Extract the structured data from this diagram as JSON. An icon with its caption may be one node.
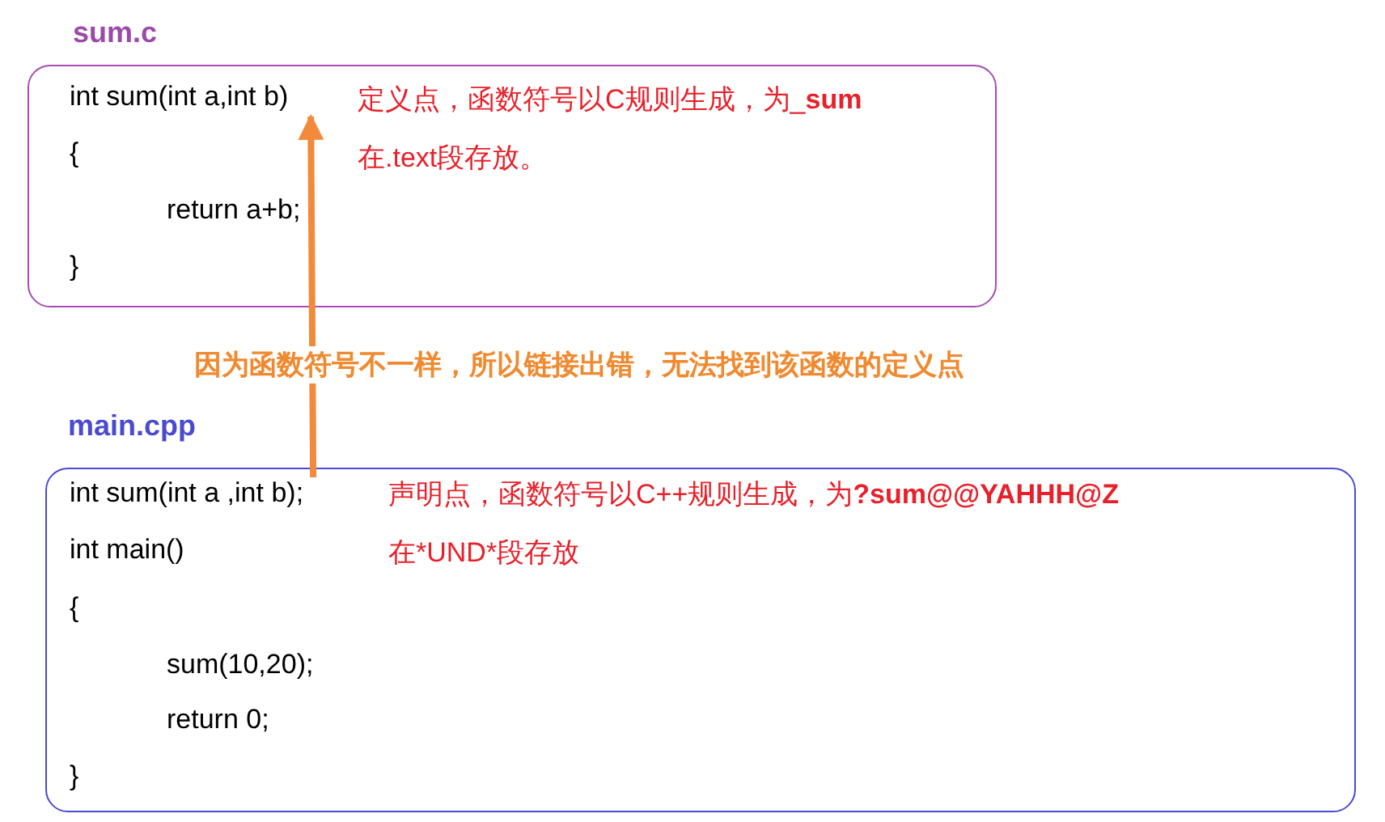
{
  "diagram": {
    "nodes": [
      {
        "text": [
          "sum.c",
          "定义点，函数符号以C规则生成，为_**sum**",
          "在.text段存放。"
        ]
      },
      {
        "text": [
          "int sum(int a,int b)"
        ],
        "in": 0
      },
      {
        "text": [
          "{"
        ],
        "in": 0
      },
      {
        "text": [
          "return a+b;"
        ],
        "in": 0
      },
      {
        "text": [
          "}"
        ],
        "in": 0
      },
      {
        "text": [
          "main.cpp",
          "声明点，函数符号以C++规则生成，为**?sum@@YAHHH@Z**",
          "在*UND*段存放"
        ]
      },
      {
        "text": [
          "int sum(int a ,int b);"
        ],
        "in": 5
      },
      {
        "text": [
          "int main()"
        ],
        "in": 5
      },
      {
        "text": [
          "{"
        ],
        "in": 5
      },
      {
        "text": [
          "sum(10,20);"
        ],
        "in": 5
      },
      {
        "text": [
          "return 0;"
        ],
        "in": 5
      },
      {
        "text": [
          "}"
        ],
        "in": 5
      }
    ],
    "edges": [
      {
        "from": 6,
        "to": 1,
        "arrow": "to",
        "color": "#f28a3c"
      }
    ],
    "labels": [
      "因为函数符号不一样，所以链接出错，无法找到该函数的定义点"
    ]
  }
}
